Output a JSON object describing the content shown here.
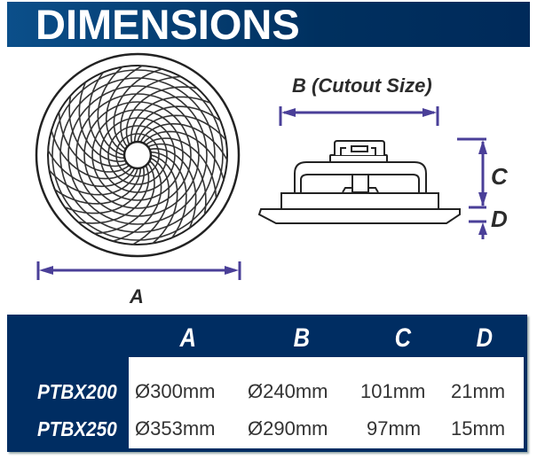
{
  "header": {
    "title": "DIMENSIONS"
  },
  "diagram": {
    "label_a": "A",
    "label_b": "B (Cutout Size)",
    "label_c": "C",
    "label_d": "D",
    "colors": {
      "header_start": "#0b4f8a",
      "header_end": "#002a5a",
      "dimension_line": "#4a3f98",
      "table_bg": "#002d62",
      "outline": "#222222"
    }
  },
  "table": {
    "columns": [
      "A",
      "B",
      "C",
      "D"
    ],
    "rows": [
      {
        "model": "PTBX200",
        "values": [
          "Ø300mm",
          "Ø240mm",
          "101mm",
          "21mm"
        ]
      },
      {
        "model": "PTBX250",
        "values": [
          "Ø353mm",
          "Ø290mm",
          "97mm",
          "15mm"
        ]
      }
    ]
  }
}
